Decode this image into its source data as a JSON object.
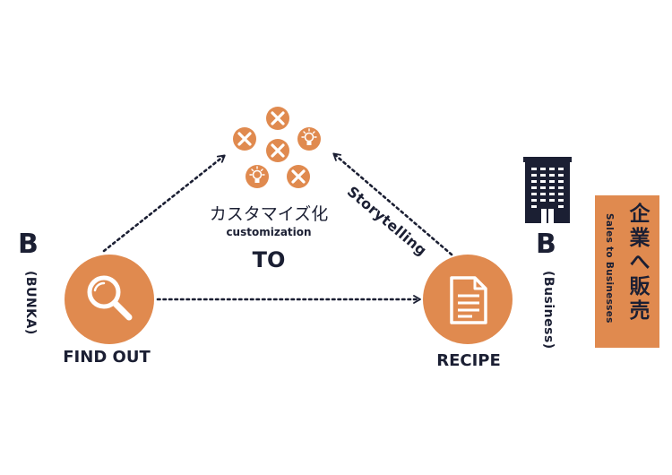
{
  "left_node": {
    "letter": "B",
    "vertical_label": "(BUNKA)",
    "label": "FIND OUT",
    "icon": "magnifier-icon"
  },
  "right_node": {
    "letter": "B",
    "vertical_label": "(Business)",
    "label": "RECIPE",
    "icon": "document-icon",
    "building_icon": "office-building-icon"
  },
  "center": {
    "japanese": "カスタマイズ化",
    "english": "customization",
    "to": "TO",
    "icons": [
      "x-icon",
      "x-icon",
      "x-icon",
      "x-icon",
      "lightbulb-icon",
      "lightbulb-icon"
    ]
  },
  "edge_labels": {
    "storytelling": "Storytelling"
  },
  "sales_box": {
    "japanese": "企業へ販売",
    "english": "Sales to Businesses"
  },
  "colors": {
    "accent": "#e08a4f",
    "dark": "#1b1f33",
    "white": "#ffffff"
  }
}
